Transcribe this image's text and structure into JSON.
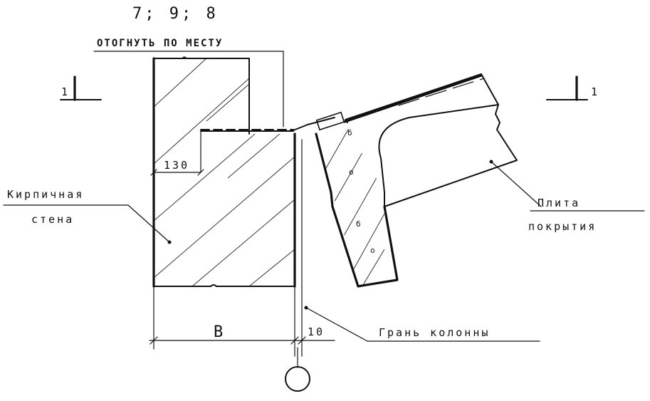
{
  "callout_numbers": "7;  9;   8",
  "callout_note": "ОТОГНУТЬ ПО МЕСТУ",
  "section_mark_left": "1",
  "section_mark_right": "1",
  "label_wall": [
    "Кирпичная",
    "стена"
  ],
  "label_slab": [
    "Плита",
    "покрытия"
  ],
  "label_column_face": "Грань  колонны",
  "dim_130": "130",
  "dim_b": "В",
  "dim_10": "10"
}
